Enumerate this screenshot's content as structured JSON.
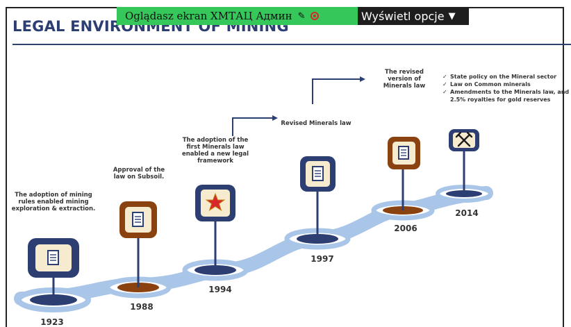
{
  "slide": {
    "title": "LEGAL ENVIRONMENT OF MINING"
  },
  "share_bar": {
    "label": "Oglądasz ekran ХМТАЦ Админ"
  },
  "options": {
    "label": "Wyświetl opcje"
  },
  "timeline": [
    {
      "year": "1923",
      "text": [
        "The adoption of mining",
        "rules enabled mining",
        "exploration & extraction."
      ],
      "icon": "document-icon",
      "color": "#2c3e72"
    },
    {
      "year": "1988",
      "text": [
        "Approval of the",
        "law on Subsoil."
      ],
      "icon": "document-icon",
      "color": "#8a4310"
    },
    {
      "year": "1994",
      "text": [
        "The adoption of the",
        "first Minerals law",
        "enabled a new legal",
        "framework"
      ],
      "icon": "star-icon",
      "color": "#2c3e72"
    },
    {
      "year": "1997",
      "text": [
        "Revised Minerals law"
      ],
      "icon": "document-icon",
      "color": "#2c3e72"
    },
    {
      "year": "2006",
      "text": [
        "The revised",
        "version of",
        "Minerals law"
      ],
      "icon": "document-icon",
      "color": "#8a4310"
    },
    {
      "year": "2014",
      "text": [
        "State policy on the Mineral sector",
        "Law on Common minerals",
        "Amendments to the Minerals law, and",
        "2.5% royalties for gold reserves"
      ],
      "icon": "hammer-pick-icon",
      "color": "#2c3e72"
    }
  ],
  "colors": {
    "navy": "#2c3e72",
    "brown": "#8a4310",
    "road": "#a9c6e8",
    "share_green": "#35c75a"
  }
}
